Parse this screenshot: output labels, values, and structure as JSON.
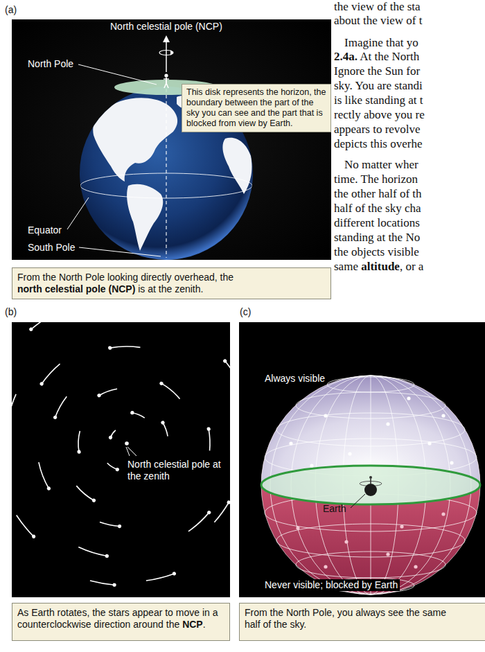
{
  "diagram": {
    "nodes": [
      {
        "text": [
          "This disk represents the horizon, the boundary between the part of the sky you can see and the part that is blocked from view by Earth."
        ]
      },
      {
        "text": [
          "From the North Pole looking directly overhead, the north celestial pole (NCP) is at the zenith."
        ]
      },
      {
        "text": [
          "As Earth rotates, the stars appear to move in a counterclockwise direction around the NCP."
        ]
      },
      {
        "text": [
          "From the North Pole, you always see the same half of the sky."
        ]
      }
    ],
    "labels": [
      "(a)",
      "North celestial pole (NCP)",
      "North Pole",
      "Equator",
      "South Pole",
      "the view of the sta",
      "about the view of t",
      "Imagine that yo",
      "2.4a. At the North",
      "Ignore the Sun for",
      "sky. You are standi",
      "is like standing at t",
      "rectly above you re",
      "appears to revolve",
      "depicts this overhe",
      "No matter wher",
      "time. The horizon",
      "the other half of th",
      "half of the sky cha",
      "different locations",
      "standing at the No",
      "the objects visible",
      "same altitude, or a",
      "(b)",
      "North celestial pole at the zenith",
      "(c)",
      "Always visible",
      "Earth",
      "Never visible; blocked by Earth"
    ]
  }
}
